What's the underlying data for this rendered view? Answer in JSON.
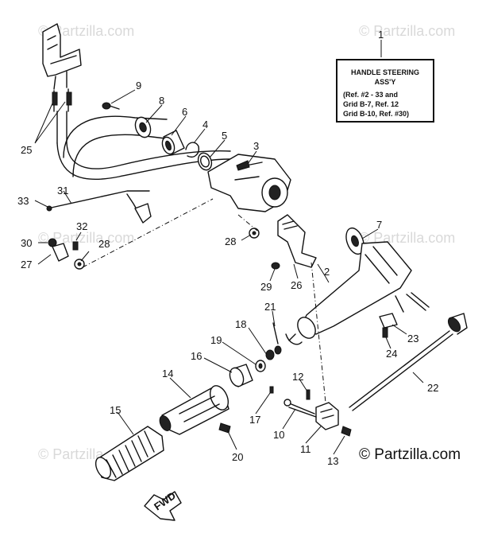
{
  "watermarks": {
    "top": "© Partzilla.com",
    "top_right": "© Partzilla.com",
    "mid_right": "© Partzilla.com",
    "mid_left": "© Partzilla.com",
    "bottom_left": "© Partzilla.com",
    "bottom_right": "© Partzilla.com"
  },
  "info_box": {
    "title_line1": "HANDLE STEERING",
    "title_line2": "ASS'Y",
    "note_line1": "(Ref. #2 - 33 and",
    "note_line2": "Grid B-7, Ref. 12",
    "note_line3": "Grid B-10, Ref. #30)"
  },
  "direction_arrow": "FWD",
  "callouts": {
    "c1": "1",
    "c2": "2",
    "c3": "3",
    "c4": "4",
    "c5": "5",
    "c6": "6",
    "c7": "7",
    "c8": "8",
    "c9": "9",
    "c10": "10",
    "c11": "11",
    "c12": "12",
    "c13": "13",
    "c14": "14",
    "c15": "15",
    "c16": "16",
    "c17": "17",
    "c18": "18",
    "c19": "19",
    "c20": "20",
    "c21": "21",
    "c22": "22",
    "c23": "23",
    "c24": "24",
    "c25": "25",
    "c26": "26",
    "c27": "27",
    "c28a": "28",
    "c28b": "28",
    "c29": "29",
    "c30": "30",
    "c31": "31",
    "c32": "32",
    "c33": "33"
  }
}
